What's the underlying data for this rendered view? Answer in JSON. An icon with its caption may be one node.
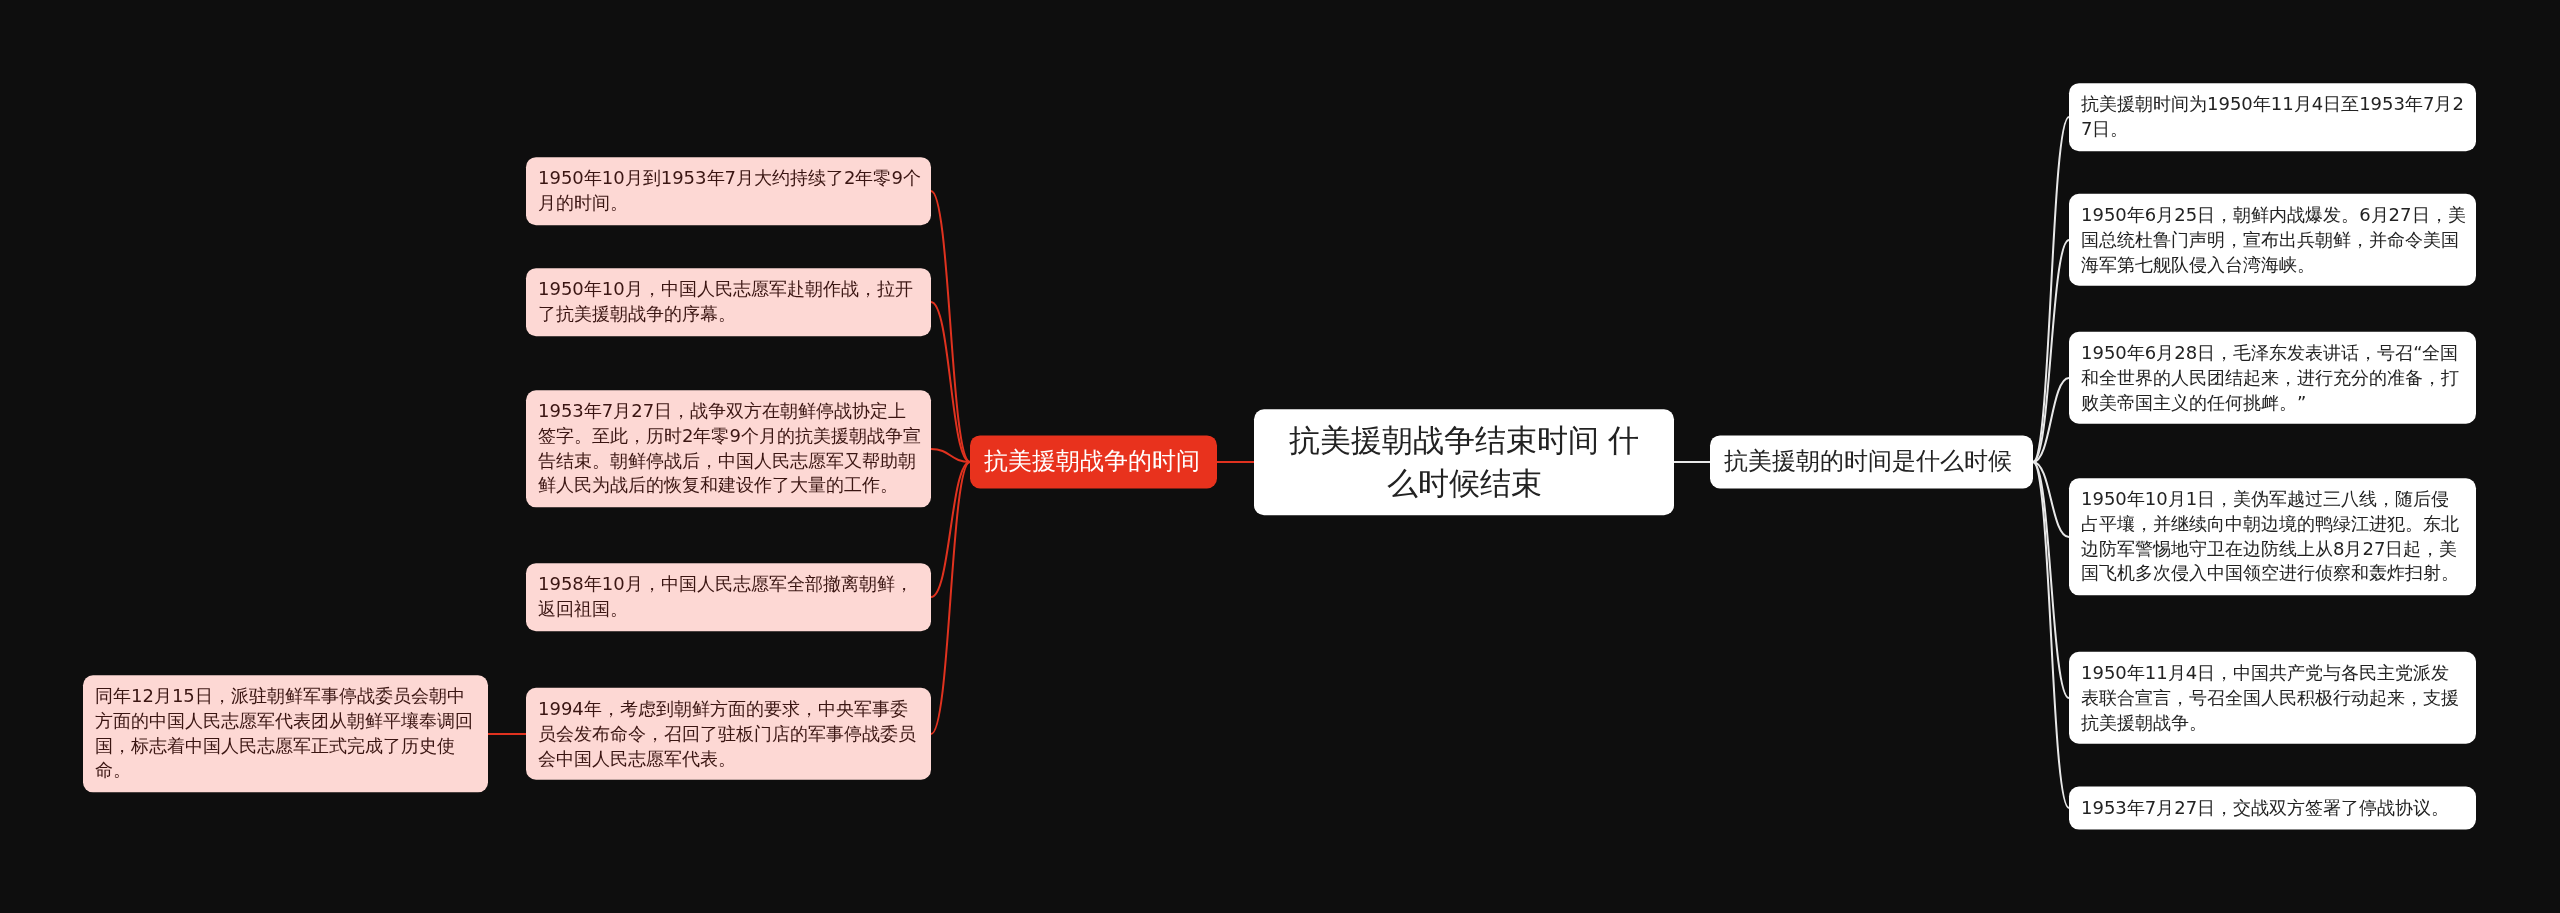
{
  "diagram": {
    "nodes": [
      {
        "text": [
          "抗美援朝战争结束时间 什么时候结束"
        ]
      },
      {
        "text": [
          "抗美援朝战争的时间"
        ]
      },
      {
        "text": [
          "1950年10月到1953年7月大约持续了2年零9个月的时间。"
        ]
      },
      {
        "text": [
          "1950年10月，中国人民志愿军赴朝作战，拉开了抗美援朝战争的序幕。"
        ]
      },
      {
        "text": [
          "1953年7月27日，战争双方在朝鲜停战协定上签字。至此，历时2年零9个月的抗美援朝战争宣告结束。朝鲜停战后，中国人民志愿军又帮助朝鲜人民为战后的恢复和建设作了大量的工作。"
        ]
      },
      {
        "text": [
          "1958年10月，中国人民志愿军全部撤离朝鲜，返回祖国。"
        ]
      },
      {
        "text": [
          "1994年，考虑到朝鲜方面的要求，中央军事委员会发布命令，召回了驻板门店的军事停战委员会中国人民志愿军代表。"
        ]
      },
      {
        "text": [
          "同年12月15日，派驻朝鲜军事停战委员会朝中方面的中国人民志愿军代表团从朝鲜平壤奉调回国，标志着中国人民志愿军正式完成了历史使命。"
        ]
      },
      {
        "text": [
          "抗美援朝的时间是什么时候"
        ]
      },
      {
        "text": [
          "抗美援朝时间为1950年11月4日至1953年7月27日。"
        ]
      },
      {
        "text": [
          "1950年6月25日，朝鲜内战爆发。6月27日，美国总统杜鲁门声明，宣布出兵朝鲜，并命令美国海军第七舰队侵入台湾海峡。"
        ]
      },
      {
        "text": [
          "1950年6月28日，毛泽东发表讲话，号召“全国和全世界的人民团结起来，进行充分的准备，打败美帝国主义的任何挑衅。”"
        ]
      },
      {
        "text": [
          "1950年10月1日，美伪军越过三八线，随后侵占平壤，并继续向中朝边境的鸭绿江进犯。东北边防军警惕地守卫在边防线上从8月27日起，美国飞机多次侵入中国领空进行侦察和轰炸扫射。"
        ]
      },
      {
        "text": [
          "1950年11月4日，中国共产党与各民主党派发表联合宣言，号召全国人民积极行动起来，支援抗美援朝战争。"
        ]
      },
      {
        "text": [
          "1953年7月27日，交战双方签署了停战协议。"
        ]
      }
    ],
    "edges": [
      {
        "from": 0,
        "to": 1,
        "arrow": "none",
        "color": "#e0321f"
      },
      {
        "from": 1,
        "to": 2,
        "arrow": "none",
        "color": "#e0321f"
      },
      {
        "from": 1,
        "to": 3,
        "arrow": "none",
        "color": "#e0321f"
      },
      {
        "from": 1,
        "to": 4,
        "arrow": "none",
        "color": "#e0321f"
      },
      {
        "from": 1,
        "to": 5,
        "arrow": "none",
        "color": "#e0321f"
      },
      {
        "from": 1,
        "to": 6,
        "arrow": "none",
        "color": "#e0321f"
      },
      {
        "from": 6,
        "to": 7,
        "arrow": "none",
        "color": "#e0321f"
      },
      {
        "from": 0,
        "to": 8,
        "arrow": "none",
        "color": "#e8e8e8"
      },
      {
        "from": 8,
        "to": 9,
        "arrow": "none",
        "color": "#e8e8e8"
      },
      {
        "from": 8,
        "to": 10,
        "arrow": "none",
        "color": "#e8e8e8"
      },
      {
        "from": 8,
        "to": 11,
        "arrow": "none",
        "color": "#e8e8e8"
      },
      {
        "from": 8,
        "to": 12,
        "arrow": "none",
        "color": "#e8e8e8"
      },
      {
        "from": 8,
        "to": 13,
        "arrow": "none",
        "color": "#e8e8e8"
      },
      {
        "from": 8,
        "to": 14,
        "arrow": "none",
        "color": "#e8e8e8"
      }
    ]
  }
}
